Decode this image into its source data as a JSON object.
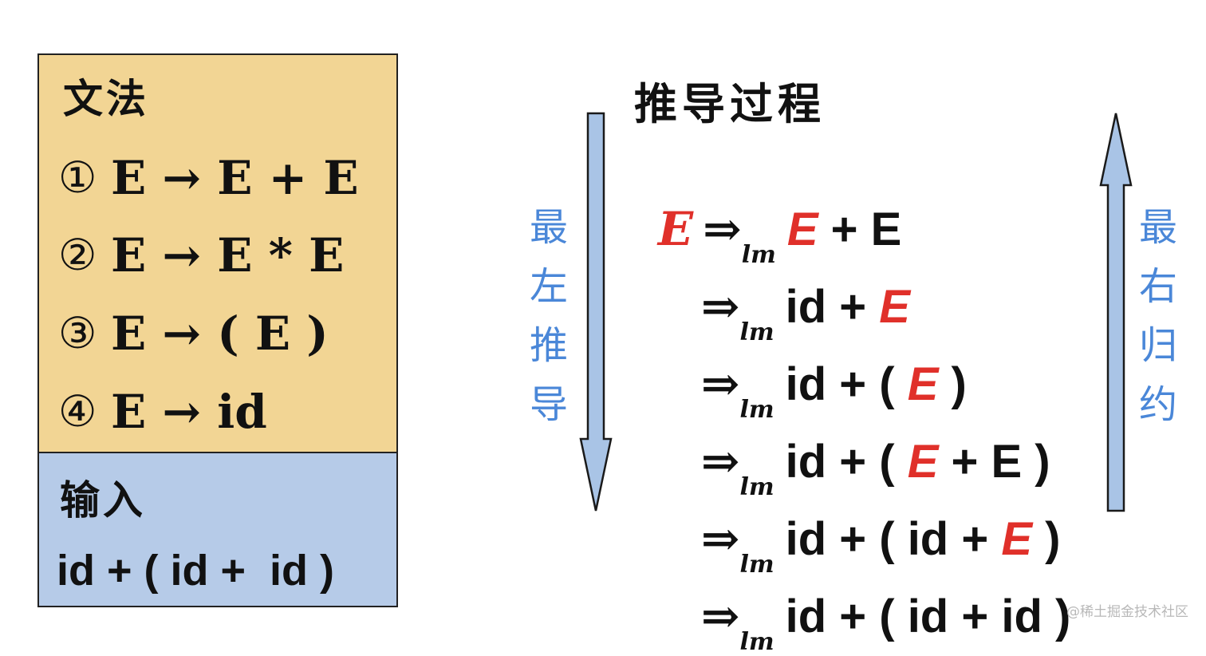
{
  "colors": {
    "grammar_bg": "#f2d594",
    "input_bg": "#b6cbe8",
    "highlight": "#e0302a",
    "label_blue": "#4a87d8",
    "arrow_fill": "#a9c4e6",
    "arrow_stroke": "#1a1a1a"
  },
  "grammar": {
    "title": "文法",
    "rules": [
      {
        "num": "①",
        "text": "E → E + E"
      },
      {
        "num": "②",
        "text": "E → E * E"
      },
      {
        "num": "③",
        "text": "E → ( E )"
      },
      {
        "num": "④",
        "text": "E → id"
      }
    ]
  },
  "input": {
    "title": "输入",
    "text": "id + ( id +  id )"
  },
  "derivation": {
    "title": "推导过程",
    "start_symbol": "E",
    "arrow": "⇒",
    "subscript": "lm",
    "steps": [
      {
        "pre": "",
        "hl": "E",
        "post": " + E"
      },
      {
        "pre": "id + ",
        "hl": "E",
        "post": ""
      },
      {
        "pre": "id + ( ",
        "hl": "E",
        "post": " )"
      },
      {
        "pre": "id + ( ",
        "hl": "E",
        "post": " + E )"
      },
      {
        "pre": "id + ( id + ",
        "hl": "E",
        "post": " )"
      },
      {
        "pre": "id + ( id + id )",
        "hl": "",
        "post": ""
      }
    ]
  },
  "labels": {
    "leftmost_derivation": "最左推导",
    "rightmost_reduction": "最右归约"
  },
  "watermark": "@稀土掘金技术社区"
}
